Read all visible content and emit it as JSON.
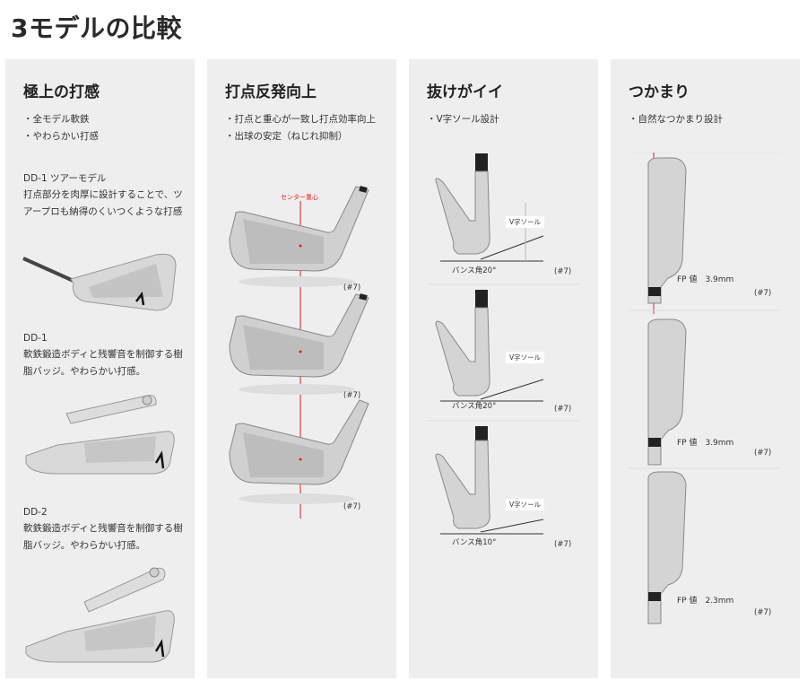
{
  "page": {
    "title": "3モデルの比較"
  },
  "col1": {
    "title": "極上の打感",
    "bullets": [
      "・全モデル軟鉄",
      "・やわらかい打感"
    ],
    "models": [
      {
        "name": "DD-1 ツアーモデル",
        "desc": "打点部分を肉厚に設計することで、ツアープロも納得のくいつくような打感"
      },
      {
        "name": "DD-1",
        "desc": "軟鉄鍛造ボディと残響音を制御する樹脂バッジ。やわらかい打感。"
      },
      {
        "name": "DD-2",
        "desc": "軟鉄鍛造ボディと残響音を制御する樹脂バッジ。やわらかい打感。"
      }
    ]
  },
  "col2": {
    "title": "打点反発向上",
    "bullets": [
      "・打点と重心が一致し打点効率向上",
      "・出球の安定（ねじれ抑制）"
    ],
    "center_label": "センター重心",
    "number_labels": [
      "(#7)",
      "(#7)",
      "(#7)"
    ]
  },
  "col3": {
    "title": "抜けがイイ",
    "bullets": [
      "・V字ソール設計"
    ],
    "v_sole_label": "V字ソール",
    "bounce_labels": [
      "バンス角20°",
      "バンス角20°",
      "バンス角10°"
    ],
    "number_labels": [
      "(#7)",
      "(#7)",
      "(#7)"
    ]
  },
  "col4": {
    "title": "つかまり",
    "bullets": [
      "・自然なつかまり設計"
    ],
    "fp_labels": [
      "FP 値　3.9mm",
      "FP 値　3.9mm",
      "FP 値　2.3mm"
    ],
    "number_labels": [
      "(#7)",
      "(#7)",
      "(#7)"
    ]
  },
  "colors": {
    "column_bg": "#efeeee",
    "accent_red": "#d22222",
    "text": "#222222"
  }
}
